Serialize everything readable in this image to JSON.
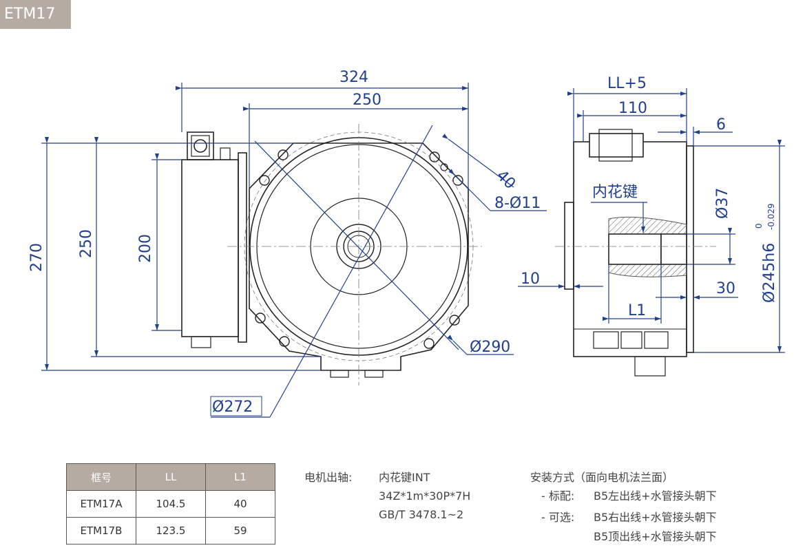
{
  "header": {
    "model_tag": "ETM17"
  },
  "front_view": {
    "dim_width_overall": "324",
    "dim_width_flange": "250",
    "dim_height_overall": "270",
    "dim_height_flange": "250",
    "dim_height_box": "200",
    "dim_hole_pitch": "40",
    "dim_holes": "8-Ø11",
    "dim_bolt_circle": "Ø290",
    "dim_body_dia": "Ø272"
  },
  "side_view": {
    "dim_ll_plus": "LL+5",
    "dim_110": "110",
    "dim_6": "6",
    "label_spline": "内花键",
    "dim_bore": "Ø37",
    "dim_spigot": "Ø245h6",
    "tol_upper": "0",
    "tol_lower": "-0.029",
    "dim_10": "10",
    "dim_30": "30",
    "dim_l1": "L1"
  },
  "table": {
    "headers": [
      "框号",
      "LL",
      "L1"
    ],
    "rows": [
      [
        "ETM17A",
        "104.5",
        "40"
      ],
      [
        "ETM17B",
        "123.5",
        "59"
      ]
    ]
  },
  "shaft_info": {
    "label": "电机出轴:",
    "line1": "内花键INT",
    "line2": "34Z*1m*30P*7H",
    "line3": "GB/T 3478.1~2"
  },
  "mount_info": {
    "title": "安装方式（面向电机法兰面）",
    "std_label": "- 标配:",
    "std_value": "B5左出线+水管接头朝下",
    "opt_label": "- 可选:",
    "opt_value1": "B5右出线+水管接头朝下",
    "opt_value2": "B5顶出线+水管接头朝下"
  }
}
